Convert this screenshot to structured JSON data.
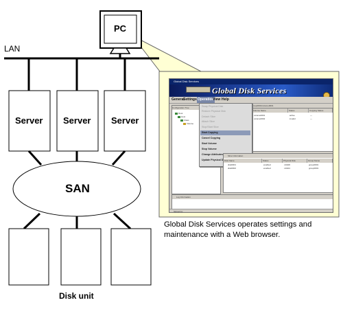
{
  "labels": {
    "pc": "PC",
    "lan": "LAN",
    "servers": [
      "Server",
      "Server",
      "Server"
    ],
    "san": "SAN",
    "disk_unit": "Disk unit"
  },
  "caption": "Global Disk Services operates settings and maintenance with a Web browser.",
  "screenshot": {
    "window_title": "Global Disk Services",
    "banner": "Global Disk Services",
    "menu": [
      "General",
      "Settings",
      "Operation",
      "View",
      "Help"
    ],
    "operation_menu": [
      {
        "label": "Swap Physical Disk",
        "enabled": false
      },
      {
        "label": "Restore Physical Disk",
        "enabled": false
      },
      {
        "label": "Detach Slice",
        "enabled": false
      },
      {
        "label": "Attach Slice",
        "enabled": false
      },
      {
        "label": "Stop/Start Slice",
        "enabled": false
      },
      {
        "label": "Start Copying",
        "enabled": true
      },
      {
        "label": "Cancel Copying",
        "enabled": true
      },
      {
        "label": "Start Volume",
        "enabled": true
      },
      {
        "label": "Stop Volume",
        "enabled": true
      },
      {
        "label": "Change Attributes",
        "enabled": true
      },
      {
        "label": "Update Physical Disk Information",
        "enabled": true
      }
    ],
    "tree_header": "Configuration Tree",
    "tree_nodes": [
      "Root",
      "Host",
      "Class",
      "Volume"
    ],
    "breadcrumb": "group0001/volume0001",
    "volume_columns": [
      "Volume Name",
      "Status",
      "Copying Status"
    ],
    "volume_rows": [
      [
        "volume0001",
        "active",
        "---"
      ],
      [
        "volume0002",
        "invalid",
        "---"
      ]
    ],
    "slice_panel_title": "Slice Information",
    "slice_columns": [
      "Disk Name",
      "Status",
      "Physical Disk",
      "Group Name"
    ],
    "slice_rows": [
      [
        "disk0001",
        "enabled",
        "c1t0d0",
        "group0001"
      ],
      [
        "disk0002",
        "enabled",
        "c1t0d1",
        "group0001"
      ]
    ],
    "log_title": "Log Information",
    "status_text": "Signed by"
  },
  "colors": {
    "banner": "#1c3f9a",
    "window_bg": "#d4d0c8",
    "bubble": "#ffffd4"
  }
}
